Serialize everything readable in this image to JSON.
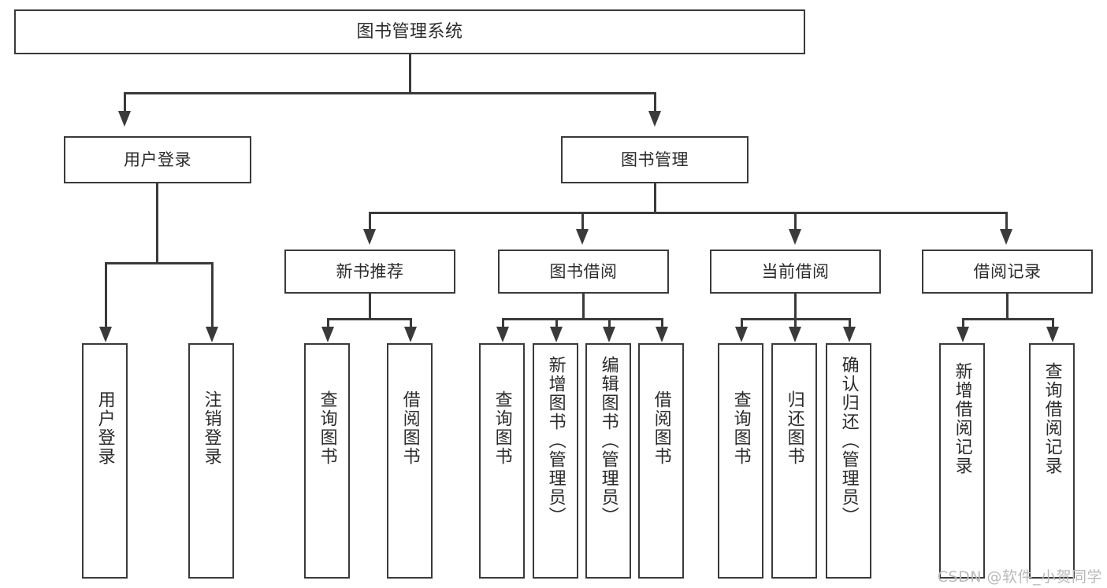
{
  "diagram": {
    "title": "图书管理系统",
    "watermark": "CSDN @软件_小贺同学",
    "colors": {
      "stroke": "#3a3a3a",
      "fill": "#ffffff",
      "text": "#2b2b2b",
      "watermark": "#b9b9b9"
    },
    "root": {
      "label": "图书管理系统"
    },
    "level1": [
      {
        "label": "用户登录"
      },
      {
        "label": "图书管理"
      }
    ],
    "level2": [
      {
        "label": "新书推荐"
      },
      {
        "label": "图书借阅"
      },
      {
        "label": "当前借阅"
      },
      {
        "label": "借阅记录"
      }
    ],
    "leaves": {
      "user_login": [
        {
          "label": "用户登录"
        },
        {
          "label": "注销登录"
        }
      ],
      "new_book": [
        {
          "label": "查询图书"
        },
        {
          "label": "借阅图书"
        }
      ],
      "book_borrow": [
        {
          "label": "查询图书"
        },
        {
          "label": "新增图书（管理员）"
        },
        {
          "label": "编辑图书（管理员）"
        },
        {
          "label": "借阅图书"
        }
      ],
      "current_borrow": [
        {
          "label": "查询图书"
        },
        {
          "label": "归还图书"
        },
        {
          "label": "确认归还（管理员）"
        }
      ],
      "borrow_record": [
        {
          "label": "新增借阅记录"
        },
        {
          "label": "查询借阅记录"
        }
      ]
    }
  }
}
